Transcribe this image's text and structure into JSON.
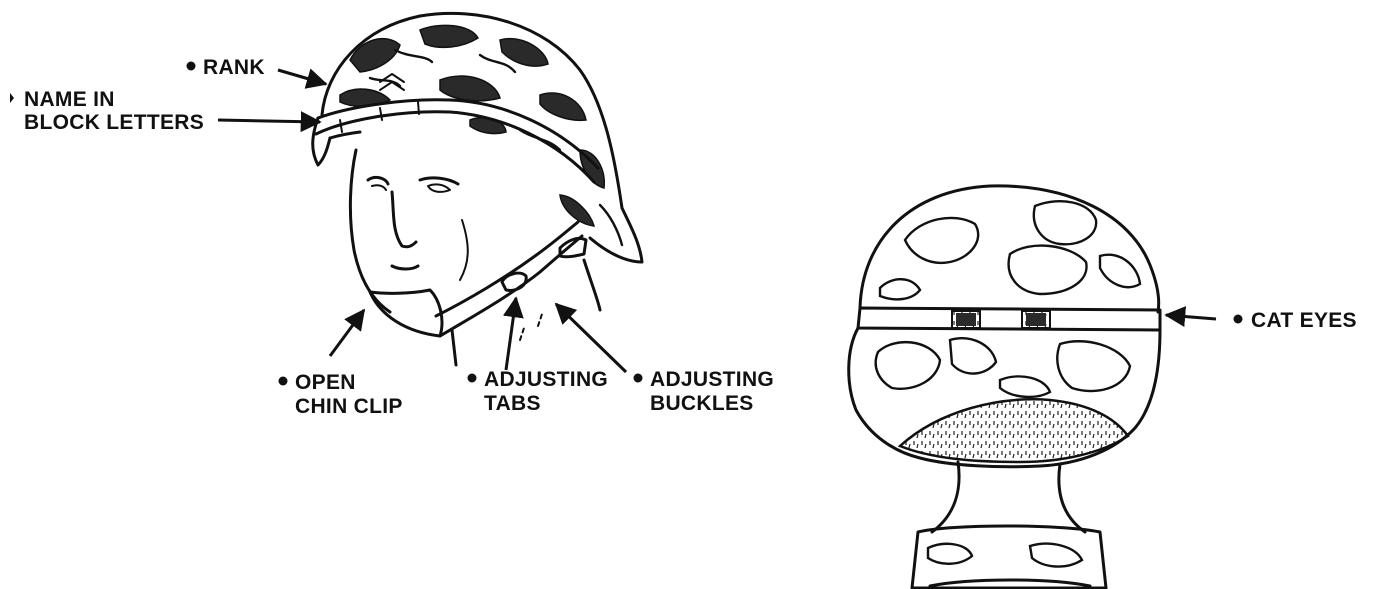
{
  "figure": {
    "labels": {
      "rank": "RANK",
      "name_line1": "NAME IN",
      "name_line2": "BLOCK LETTERS",
      "chin_line1": "OPEN",
      "chin_line2": "CHIN CLIP",
      "tabs_line1": "ADJUSTING",
      "tabs_line2": "TABS",
      "buckles_line1": "ADJUSTING",
      "buckles_line2": "BUCKLES",
      "cat_eyes": "CAT EYES"
    },
    "ink_color": "#111111",
    "background_color": "#ffffff"
  }
}
